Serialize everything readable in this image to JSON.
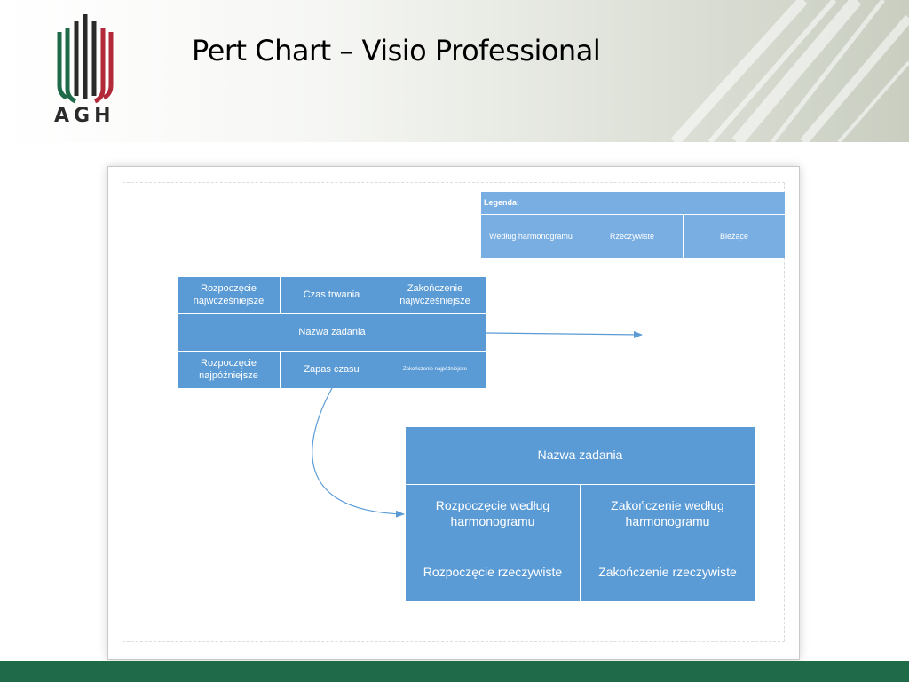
{
  "slide": {
    "title": "Pert Chart – Visio Professional",
    "logo_text": "AGH"
  },
  "colors": {
    "node_fill": "#5b9bd5",
    "legend_fill": "#78aee2",
    "connector": "#5b9bd5",
    "footer": "#1f6a48",
    "logo_green": "#1f6a48",
    "logo_red": "#b22a3a",
    "logo_dark": "#2a2a2a"
  },
  "legend": {
    "heading": "Legenda:",
    "items": [
      "Według harmonogramu",
      "Rzeczywiste",
      "Bieżące"
    ]
  },
  "node_pert": {
    "top_row": [
      "Rozpoczęcie najwcześniejsze",
      "Czas trwania",
      "Zakończenie najwcześniejsze"
    ],
    "task_name": "Nazwa zadania",
    "bottom_row": [
      "Rozpoczęcie najpóźniejsze",
      "Zapas czasu",
      "Zakończenie najpóźniejsze"
    ]
  },
  "node_tracking": {
    "task_name": "Nazwa zadania",
    "scheduled_start": "Rozpoczęcie według harmonogramu",
    "scheduled_finish": "Zakończenie według harmonogramu",
    "actual_start": "Rozpoczęcie rzeczywiste",
    "actual_finish": "Zakończenie rzeczywiste"
  }
}
